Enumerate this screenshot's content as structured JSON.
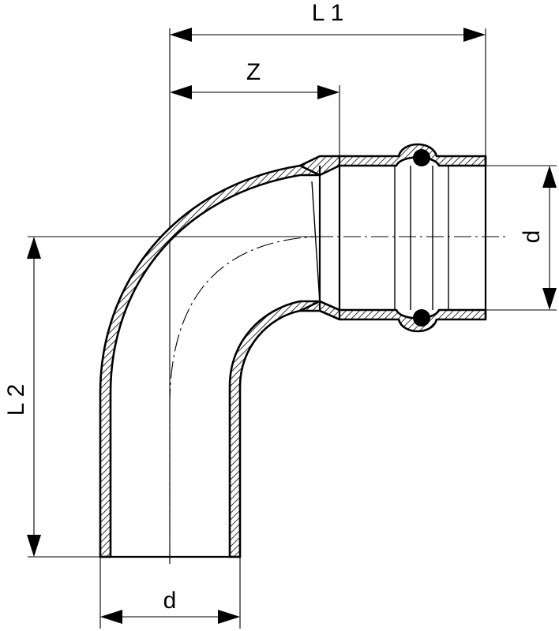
{
  "drawing": {
    "type": "press-fitting-elbow-90",
    "line_color": "#000000",
    "background": "#ffffff"
  },
  "dimensions": {
    "overall_length_horizontal": "L 1",
    "insertion_offset": "Z",
    "overall_length_vertical": "L 2",
    "diameter_socket": "d",
    "diameter_spigot": "d"
  }
}
